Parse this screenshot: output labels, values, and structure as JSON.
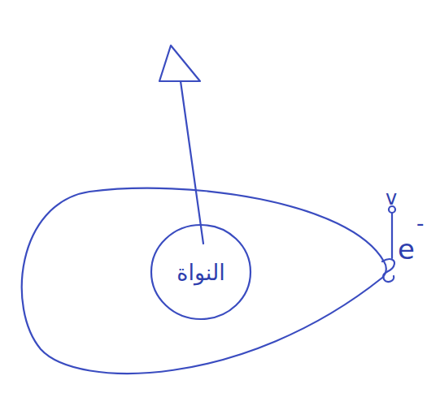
{
  "diagram": {
    "nodes": [
      {
        "text": [
          "النواة"
        ]
      }
    ],
    "labels": [
      "v",
      "e",
      "-"
    ]
  }
}
